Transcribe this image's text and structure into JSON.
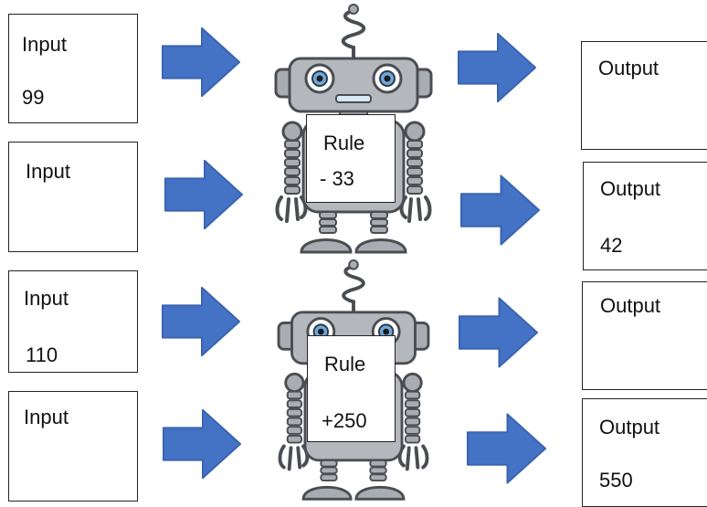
{
  "colors": {
    "arrow": "#4472C4",
    "arrow_edge": "#3A64B0",
    "robot_body": "#A9ACB0",
    "robot_dark": "#4A4D52",
    "robot_eye": "#6FA8DC"
  },
  "icons": {
    "arrow": "right-arrow-icon",
    "robot": "robot-icon"
  },
  "rows": [
    {
      "input_label": "Input",
      "input_value": "99",
      "output_label": "Output",
      "output_value": ""
    },
    {
      "input_label": "Input",
      "input_value": "",
      "output_label": "Output",
      "output_value": "42"
    },
    {
      "input_label": "Input",
      "input_value": "110",
      "output_label": "Output",
      "output_value": ""
    },
    {
      "input_label": "Input",
      "input_value": "",
      "output_label": "Output",
      "output_value": "550"
    }
  ],
  "robots": [
    {
      "rule_label": "Rule",
      "rule_value": "- 33"
    },
    {
      "rule_label": "Rule",
      "rule_value": "+250"
    }
  ]
}
